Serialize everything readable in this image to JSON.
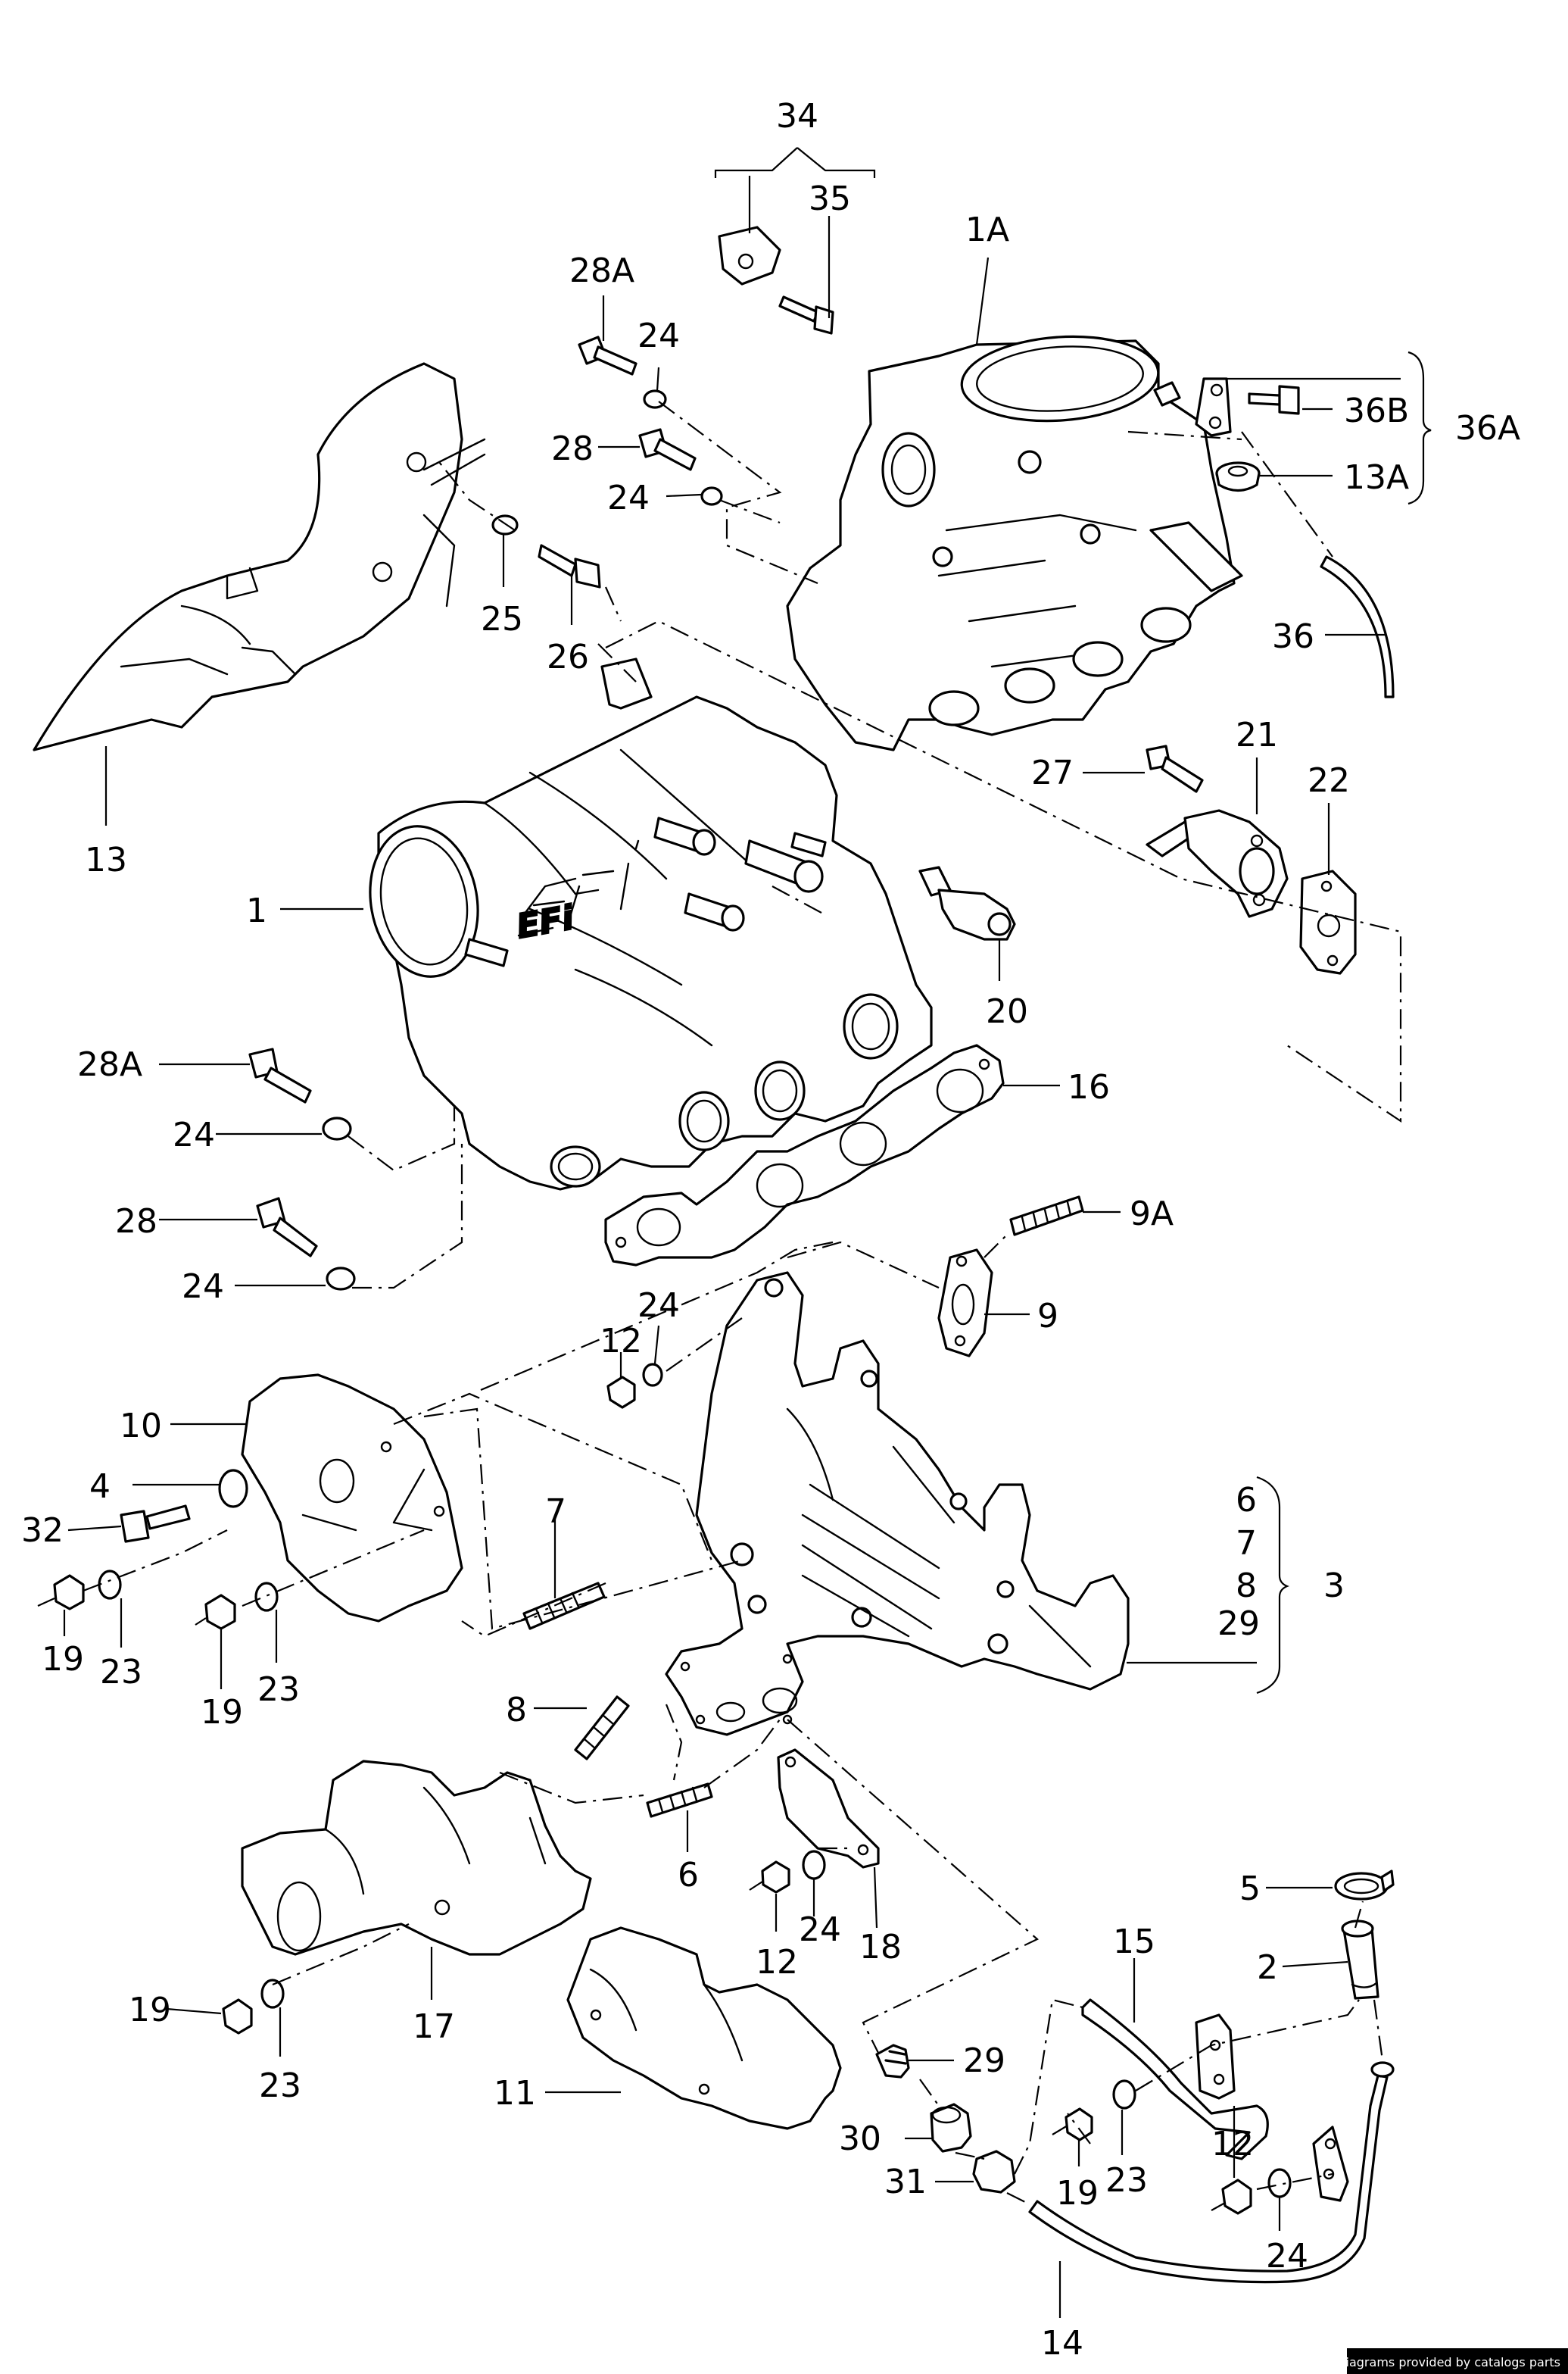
{
  "callouts": [
    {
      "label": "34"
    },
    {
      "label": "35"
    },
    {
      "label": "1A"
    },
    {
      "label": "28A"
    },
    {
      "label": "24"
    },
    {
      "label": "36B"
    },
    {
      "label": "36A"
    },
    {
      "label": "28"
    },
    {
      "label": "24"
    },
    {
      "label": "13A"
    },
    {
      "label": "25"
    },
    {
      "label": "26"
    },
    {
      "label": "36"
    },
    {
      "label": "13"
    },
    {
      "label": "27"
    },
    {
      "label": "21"
    },
    {
      "label": "22"
    },
    {
      "label": "1"
    },
    {
      "label": "20"
    },
    {
      "label": "28A"
    },
    {
      "label": "16"
    },
    {
      "label": "24"
    },
    {
      "label": "28"
    },
    {
      "label": "9A"
    },
    {
      "label": "24"
    },
    {
      "label": "24"
    },
    {
      "label": "12"
    },
    {
      "label": "9"
    },
    {
      "label": "10"
    },
    {
      "label": "4"
    },
    {
      "label": "32"
    },
    {
      "label": "7"
    },
    {
      "label": "6"
    },
    {
      "label": "7"
    },
    {
      "label": "8"
    },
    {
      "label": "3"
    },
    {
      "label": "29"
    },
    {
      "label": "19"
    },
    {
      "label": "23"
    },
    {
      "label": "19"
    },
    {
      "label": "23"
    },
    {
      "label": "8"
    },
    {
      "label": "6"
    },
    {
      "label": "24"
    },
    {
      "label": "12"
    },
    {
      "label": "18"
    },
    {
      "label": "5"
    },
    {
      "label": "15"
    },
    {
      "label": "2"
    },
    {
      "label": "19"
    },
    {
      "label": "23"
    },
    {
      "label": "17"
    },
    {
      "label": "29"
    },
    {
      "label": "11"
    },
    {
      "label": "30"
    },
    {
      "label": "31"
    },
    {
      "label": "12"
    },
    {
      "label": "19"
    },
    {
      "label": "23"
    },
    {
      "label": "24"
    },
    {
      "label": "14"
    }
  ],
  "emblem_text": "EFi",
  "credit": "Diagrams provided by catalogs parts"
}
